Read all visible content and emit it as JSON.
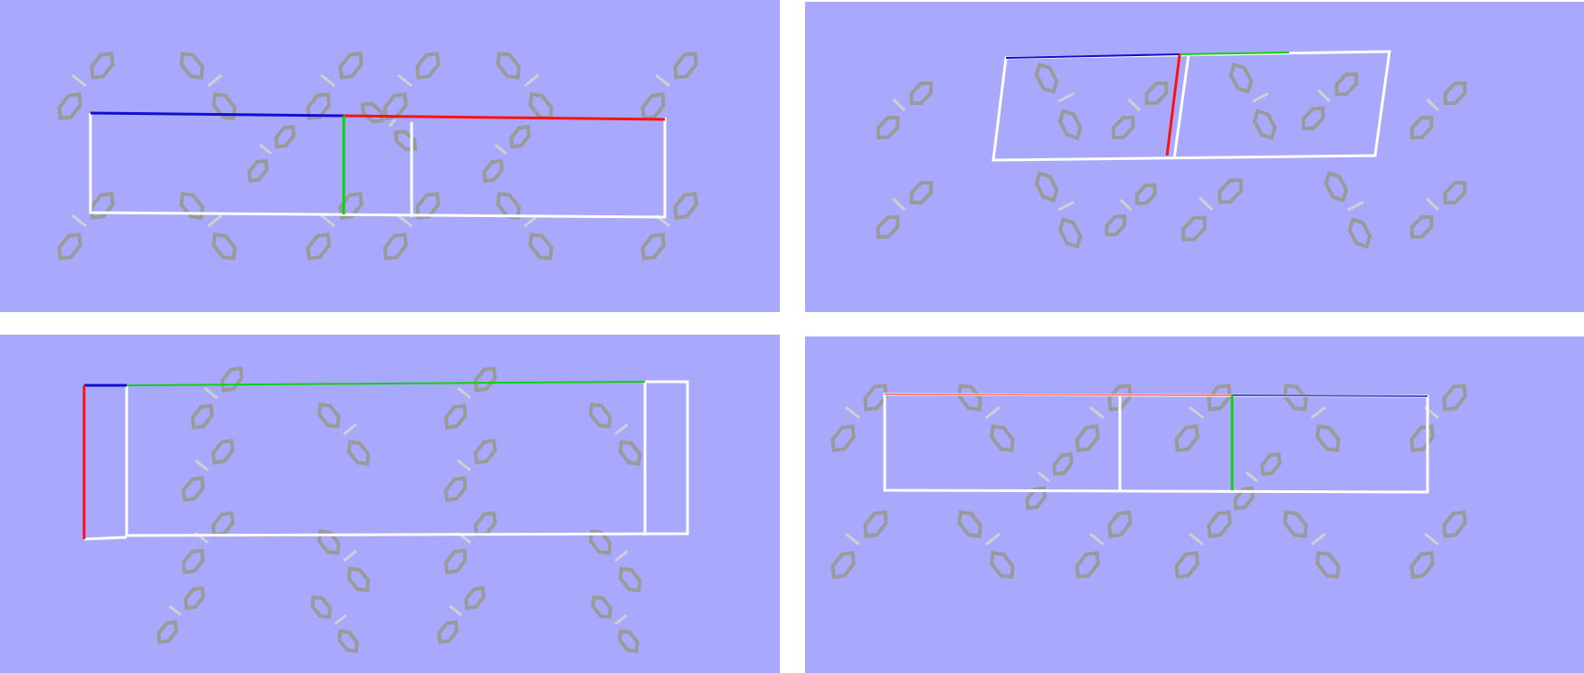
{
  "colors": {
    "background": "#a8a8fc",
    "molecule": "#9a9a9a",
    "molecule_highlight": "#d0d0d0",
    "cell_edge": "#ffffff",
    "axis_a": "#ff1010",
    "axis_b": "#10d010",
    "axis_c": "#1010cc"
  },
  "panels": [
    {
      "view": "unit-cell-view-1"
    },
    {
      "view": "unit-cell-view-2"
    },
    {
      "view": "unit-cell-view-3"
    },
    {
      "view": "unit-cell-view-4"
    }
  ]
}
